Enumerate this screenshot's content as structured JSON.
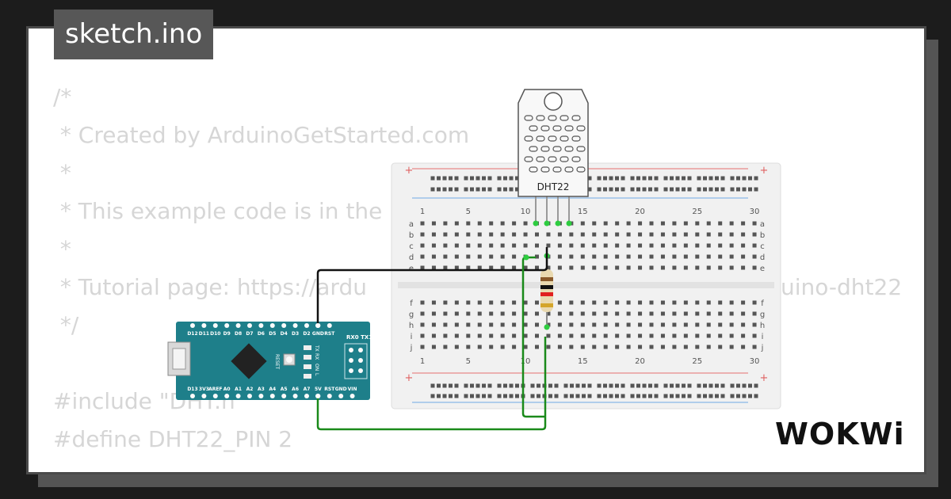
{
  "file_tab": {
    "label": "sketch.ino"
  },
  "code_lines": [
    "/*",
    " * Created by ArduinoGetStarted.com",
    " *",
    " * This example code is in the",
    " *",
    " * Tutorial page: https://ardu",
    " */",
    "#include \"DHT.h\"",
    "#define DHT22_PIN 2"
  ],
  "code_tail": "uino-dht22",
  "breadboard": {
    "columns": [
      "1",
      "5",
      "10",
      "15",
      "20",
      "25",
      "30"
    ],
    "rows_top": [
      "a",
      "b",
      "c",
      "d",
      "e"
    ],
    "rows_bottom": [
      "f",
      "g",
      "h",
      "i",
      "j"
    ],
    "plus": "+"
  },
  "sensor": {
    "label": "DHT22"
  },
  "nano": {
    "top_pins": [
      "D12",
      "D11",
      "D10",
      "D9",
      "D8",
      "D7",
      "D6",
      "D5",
      "D4",
      "D3",
      "D2",
      "GND",
      "RST"
    ],
    "bottom_pins": [
      "D13",
      "3V3",
      "AREF",
      "A0",
      "A1",
      "A2",
      "A3",
      "A4",
      "A5",
      "A6",
      "A7",
      "5V",
      "RST",
      "GND",
      "VIN"
    ],
    "rx_tx": "RX0 TX1",
    "reset_label": "RESET",
    "led_labels": [
      "TX",
      "RX",
      "ON",
      "L"
    ]
  },
  "colors": {
    "wire_black": "#111111",
    "wire_green": "#1a8a1a",
    "board_teal": "#1e7f8a",
    "code_gray": "#d6d6d6"
  },
  "brand": {
    "logo": "WOKWi"
  }
}
